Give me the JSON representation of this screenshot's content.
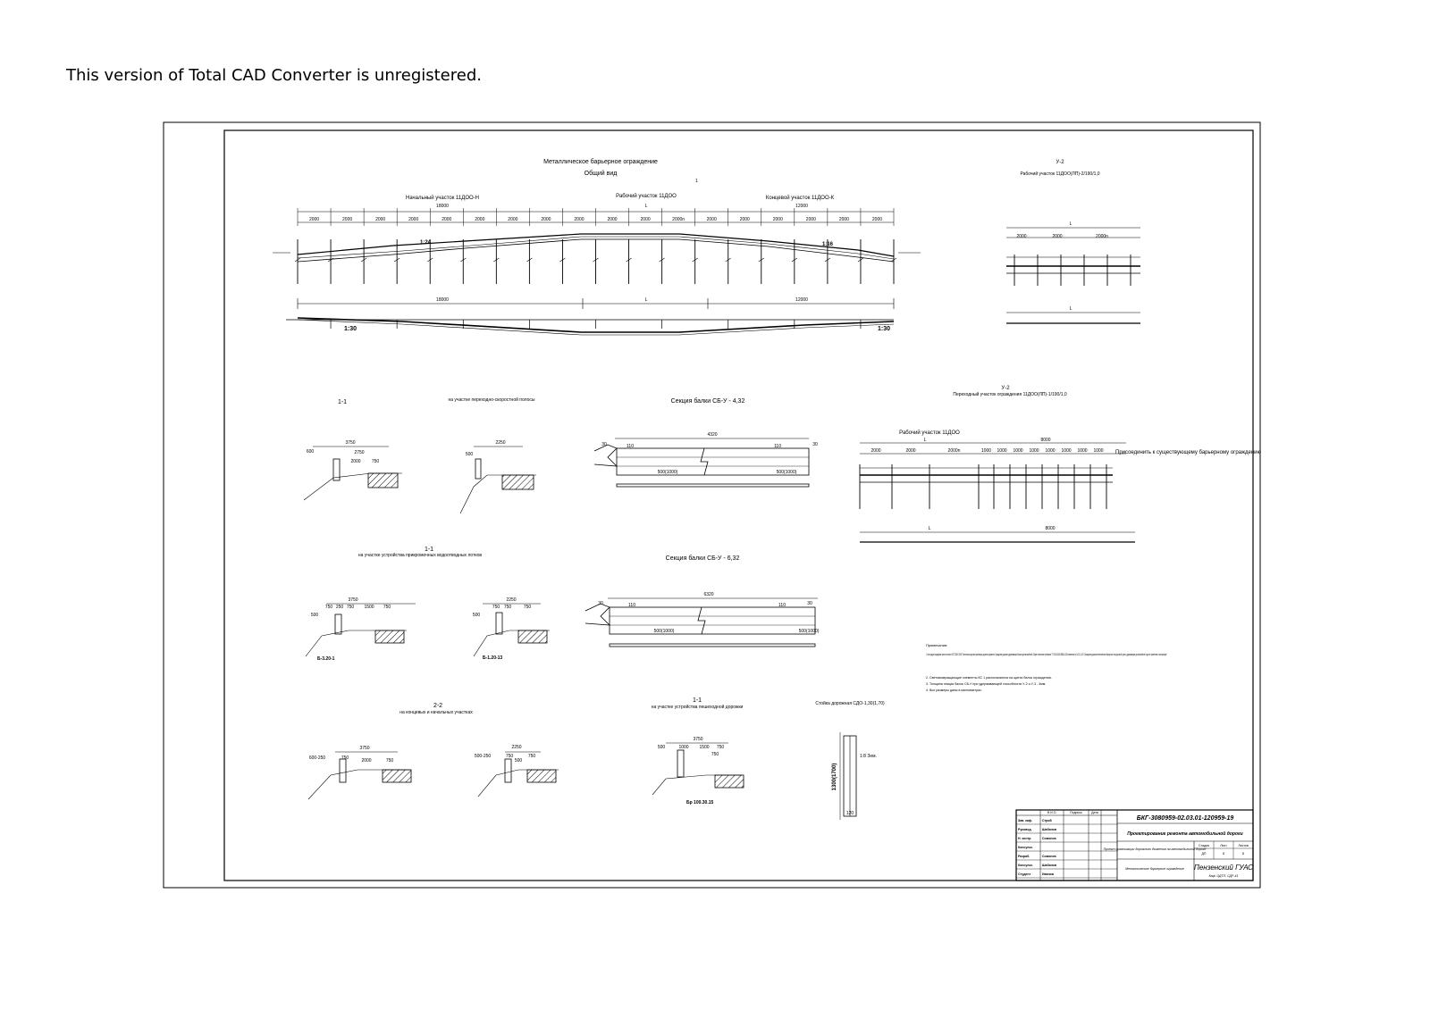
{
  "banner": "This version of Total CAD Converter is unregistered.",
  "general_view": {
    "title": "Металлическое барьерное ограждение",
    "subtitle": "Общий вид",
    "segments": [
      "Начальный участок 11ДОО-Н",
      "Рабочий участок 11ДОО",
      "Концевой участок 11ДОО-К"
    ],
    "dims_total": [
      "18000",
      "L",
      "12000"
    ],
    "spacings": [
      "2000",
      "2000",
      "2000",
      "2000",
      "2000",
      "2000",
      "2000",
      "2000",
      "2000",
      "2000",
      "2000",
      "2000n",
      "2000",
      "2000",
      "2000",
      "2000",
      "2000",
      "2000"
    ],
    "slope_start": "1:24",
    "slope_end": "1:16",
    "plan_dims": [
      "18000",
      "L",
      "12000"
    ],
    "plan_slope_start": "1:30",
    "plan_slope_end": "1:30",
    "section_mark": "1"
  },
  "u2_top": {
    "title": "У-2",
    "subtitle": "Рабочий участок 11ДОО(ЛП)-2/190/1,0",
    "dim_L": "L",
    "spacings": [
      "2000",
      "2000",
      "2000n"
    ]
  },
  "u2_transition": {
    "title": "У-2",
    "subtitle": "Переходный участок ограждения 11ДОО(ЛП)-1/190/1,0",
    "work_label": "Рабочий участок 11ДОО",
    "dim_L": "L",
    "dim_total": "8000",
    "spacings": [
      "2000",
      "2000",
      "2000n",
      "1000",
      "1000",
      "1000",
      "1000",
      "1000",
      "1000",
      "1000",
      "1000"
    ],
    "connect_note": "Присоединить к существующему барьерному ограждению",
    "plan_dims": [
      "L",
      "8000"
    ]
  },
  "sections": {
    "s11_a": {
      "title": "1-1",
      "caption": "на участке переходно-скоростной полосы",
      "dims": [
        "3750",
        "600",
        "2750",
        "2000",
        "750"
      ]
    },
    "s11_b": {
      "title": "1-1",
      "caption": "на участке устройства прикромочных водоотводных лотков",
      "dims": [
        "3750",
        "500",
        "750",
        "250",
        "750",
        "1500",
        "750"
      ],
      "tag": "Б-3.20-1"
    },
    "s11_b2": {
      "dims": [
        "2250",
        "500",
        "750",
        "750",
        "750"
      ],
      "tag": "Б-1.20-13"
    },
    "s22": {
      "title": "2-2",
      "caption": "на концевых и начальных участках",
      "dims": [
        "3750",
        "600-250",
        "750",
        "2000",
        "750"
      ]
    },
    "s22_b": {
      "dims": [
        "2250",
        "500-250",
        "750",
        "500",
        "750"
      ]
    },
    "s11_c": {
      "title": "1-1",
      "caption": "на участке устройства пешеходной дорожки",
      "dims": [
        "3750",
        "500",
        "1000",
        "1500",
        "750",
        "750"
      ],
      "tag": "Бр 100.30.15"
    }
  },
  "beam_432": {
    "title": "Секция балки СБ-У - 4,32",
    "length": "4320",
    "dims": [
      "110",
      "110",
      "30",
      "30",
      "500(1000)",
      "500(1000)"
    ]
  },
  "beam_632": {
    "title": "Секция балки СБ-У - 6,32",
    "length": "6320",
    "dims": [
      "110",
      "110",
      "30",
      "30",
      "500(1000)",
      "500(1000)"
    ]
  },
  "post": {
    "title": "Стойка дорожная СДО-1,30(1,70)",
    "height": "1300(1700)",
    "width": "120",
    "note": "1:8 Зем."
  },
  "notes": {
    "heading": "Примечания:",
    "items": [
      "1. Конструкция ограждения принята согласно ГОСТ 52607-2006 \"Технические средства организации дорожного движения. Ограждения дорожные удерживающие боковые для автомобилей. Общие технические требования\", ТУ 5216-002-81958613-2010 изменения №1 и 5-3-3-12/1 \"Ограждения дорожные металлические барьерного типа дорожной группы, удерживающие для автомобилей и для их применения и эксплуатации\".",
      "2. Световозвращающие элементы КС 1 располагаются на щитах балок ограждения.",
      "3. Толщина секции балок СБ-У при удерживающей способности У-2 и У-3 - 4мм.",
      "4. Все размеры даны в миллиметрах."
    ]
  },
  "stamp": {
    "code": "БКГ-3080959-02.03.01-120959-19",
    "title": "Проектирование ремонта автомобильной дороги",
    "desc": "Проект организации дорожного движения на автомобильной дороге",
    "sheet_hdr": [
      "Стадия",
      "Лист",
      "Листов"
    ],
    "sheet_vals": [
      "ДП",
      "8",
      "8"
    ],
    "drawing": "Металлическое барьерное ограждение",
    "org": "Пензенский ГУАС",
    "group": "Каф. ОДТП, СДР-41",
    "roles": [
      "Зав. каф.",
      "Руковод.",
      "Н. контр.",
      "Консульт.",
      "Разраб.",
      "Консульт.",
      "Студент"
    ],
    "names": [
      "Строй",
      "Шабанов",
      "Сомонов",
      "",
      "Сомонов",
      "Шабанов",
      "Иванов"
    ],
    "col_hdr": [
      "Ф.И.О.",
      "Подпись",
      "Дата"
    ]
  }
}
